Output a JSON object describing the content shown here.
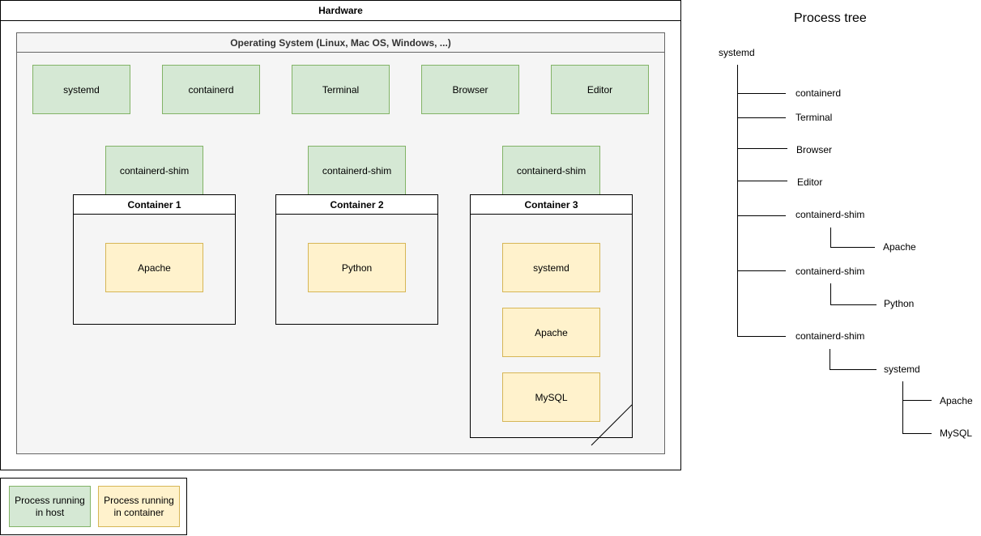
{
  "hardware": {
    "title": "Hardware"
  },
  "os": {
    "title": "Operating System (Linux, Mac OS, Windows, ...)"
  },
  "host_processes": [
    "systemd",
    "containerd",
    "Terminal",
    "Browser",
    "Editor"
  ],
  "shims": [
    "containerd-shim",
    "containerd-shim",
    "containerd-shim"
  ],
  "containers": [
    {
      "title": "Container 1",
      "processes": [
        "Apache"
      ]
    },
    {
      "title": "Container 2",
      "processes": [
        "Python"
      ]
    },
    {
      "title": "Container 3",
      "processes": [
        "systemd",
        "Apache",
        "MySQL"
      ]
    }
  ],
  "legend": {
    "host": "Process running in host",
    "container": "Process running in container"
  },
  "tree": {
    "title": "Process tree",
    "nodes": {
      "root": "systemd",
      "containerd": "containerd",
      "terminal": "Terminal",
      "browser": "Browser",
      "editor": "Editor",
      "shim1": "containerd-shim",
      "shim1_child": "Apache",
      "shim2": "containerd-shim",
      "shim2_child": "Python",
      "shim3": "containerd-shim",
      "shim3_child": "systemd",
      "shim3_grand1": "Apache",
      "shim3_grand2": "MySQL"
    }
  },
  "colors": {
    "host_fill": "#d5e8d4",
    "host_stroke": "#82b366",
    "container_fill": "#fff2cc",
    "container_stroke": "#d6b656",
    "os_fill": "#f5f5f5"
  }
}
